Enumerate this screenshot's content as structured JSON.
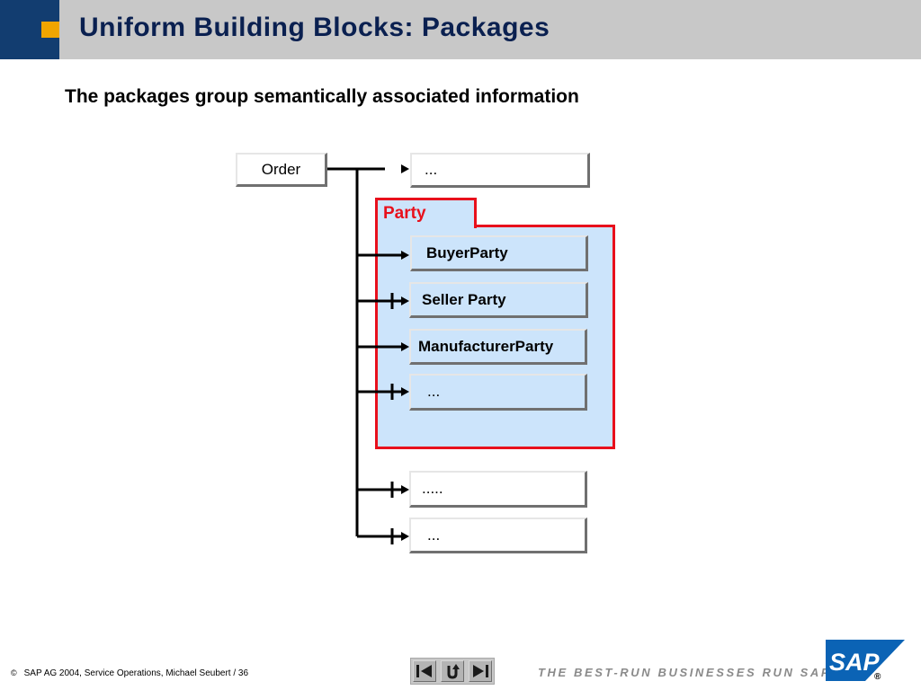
{
  "header": {
    "title": "Uniform Building Blocks: Packages"
  },
  "subtitle": "The packages group semantically associated information",
  "diagram": {
    "root": "Order",
    "top_item": "...",
    "package": {
      "label": "Party",
      "items": [
        "BuyerParty",
        "Seller Party",
        "ManufacturerParty",
        "..."
      ]
    },
    "bottom_items": [
      ".....",
      "..."
    ]
  },
  "footer": {
    "copyright_symbol": "©",
    "copyright": "SAP AG 2004, Service Operations, Michael Seubert / 36",
    "tagline": "THE BEST-RUN BUSINESSES RUN SAP",
    "logo_text": "SAP",
    "logo_mark": "®"
  },
  "colors": {
    "title_band": "#c8c8c8",
    "title_accent": "#123d70",
    "title_square": "#f0a500",
    "package_border": "#e8101c",
    "package_fill": "#cce4fb",
    "logo_blue": "#0b63b5"
  },
  "icons": {
    "nav_previous": "previous-triangle-icon",
    "nav_return": "return-arrow-icon",
    "nav_next": "next-triangle-icon"
  }
}
